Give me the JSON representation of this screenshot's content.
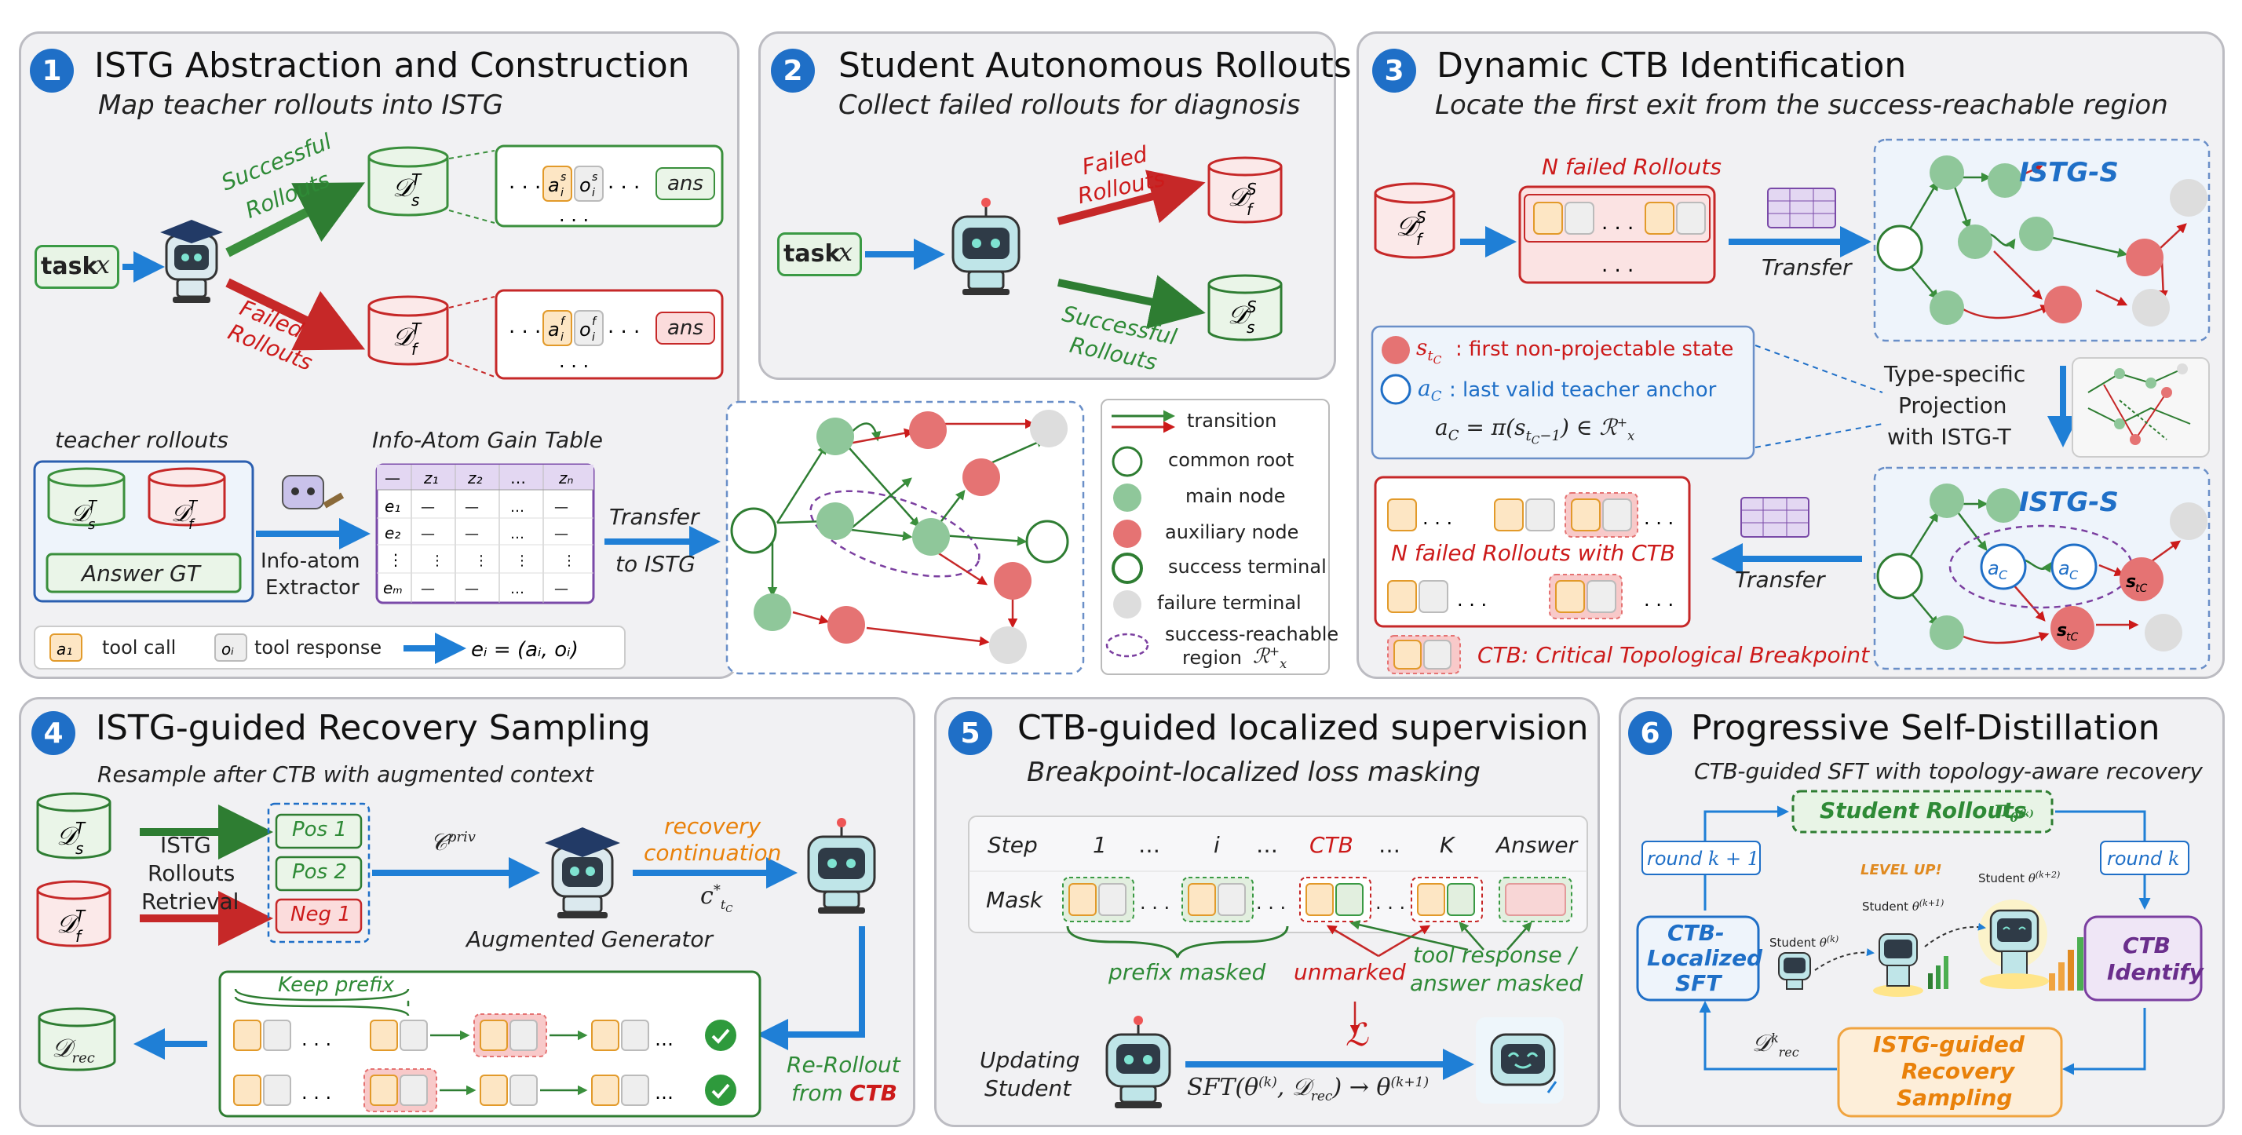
{
  "p1": {
    "num": "1",
    "title": "ISTG Abstraction and Construction",
    "subtitle": "Map teacher rollouts into ISTG",
    "task": "task",
    "success": "Successful",
    "rollouts": "Rollouts",
    "failed": "Failed",
    "rollouts2": "Rollouts",
    "ans": "ans",
    "teacher_rollouts": "teacher rollouts",
    "answer_gt": "Answer GT",
    "extractor1": "Info-atom",
    "extractor2": "Extractor",
    "gain_table": "Info-Atom Gain Table",
    "transfer": "Transfer",
    "to_istg": "to ISTG",
    "tool_call": "tool call",
    "tool_response": "tool response"
  },
  "legend": {
    "transition": "transition",
    "root": "common root",
    "main": "main node",
    "aux": "auxiliary node",
    "succ": "success terminal",
    "fail": "failure terminal",
    "region1": "success-reachable",
    "region2": "region"
  },
  "p2": {
    "num": "2",
    "title": "Student Autonomous Rollouts",
    "subtitle": "Collect failed rollouts for diagnosis",
    "task": "task",
    "failed": "Failed",
    "rollouts": "Rollouts",
    "success": "Successful",
    "rollouts2": "Rollouts"
  },
  "p3": {
    "num": "3",
    "title": "Dynamic CTB Identification",
    "subtitle": "Locate the first exit from the success-reachable region",
    "n_failed": "N failed Rollouts",
    "istg_s": "ISTG-S",
    "transfer": "Transfer",
    "s_desc": ": first non-projectable state",
    "a_desc": ": last valid teacher anchor",
    "proj1": "Type-specific",
    "proj2": "Projection",
    "proj3": "with ISTG-T",
    "n_failed_ctb": "N failed Rollouts with CTB",
    "transfer2": "Transfer",
    "istg_s2": "ISTG-S",
    "ctb_legend": "CTB: Critical Topological Breakpoint"
  },
  "p4": {
    "num": "4",
    "title": "ISTG-guided Recovery Sampling",
    "subtitle": "Resample after CTB with augmented context",
    "istg": "ISTG",
    "rollouts": "Rollouts",
    "retrieval": "Retrieval",
    "pos1": "Pos 1",
    "pos2": "Pos 2",
    "neg1": "Neg 1",
    "recovery1": "recovery",
    "recovery2": "continuation",
    "aug_gen": "Augmented Generator",
    "keep_prefix": "Keep prefix",
    "rerollout": "Re-Rollout",
    "from": "from",
    "ctb": "CTB"
  },
  "p5": {
    "num": "5",
    "title": "CTB-guided localized supervision",
    "subtitle": "Breakpoint-localized loss masking",
    "step": "Step",
    "mask": "Mask",
    "s1": "1",
    "dots": "…",
    "si": "i",
    "sctb": "CTB",
    "sk": "K",
    "sans": "Answer",
    "prefix_masked": "prefix masked",
    "unmarked": "unmarked",
    "tool_resp1": "tool response /",
    "tool_resp2": "answer masked",
    "updating1": "Updating",
    "updating2": "Student"
  },
  "p6": {
    "num": "6",
    "title": "Progressive Self-Distillation",
    "subtitle": "CTB-guided SFT with topology-aware recovery",
    "student_rollouts": "Student Rollouts",
    "round_k1": "round",
    "round_k": "round",
    "ctb_sft1": "CTB-",
    "ctb_sft2": "Localized",
    "ctb_sft3": "SFT",
    "ctb_identify1": "CTB",
    "ctb_identify2": "Identify",
    "istg_rec1": "ISTG-guided",
    "istg_rec2": "Recovery",
    "istg_rec3": "Sampling",
    "level_up": "LEVEL UP!",
    "student": "Student"
  }
}
